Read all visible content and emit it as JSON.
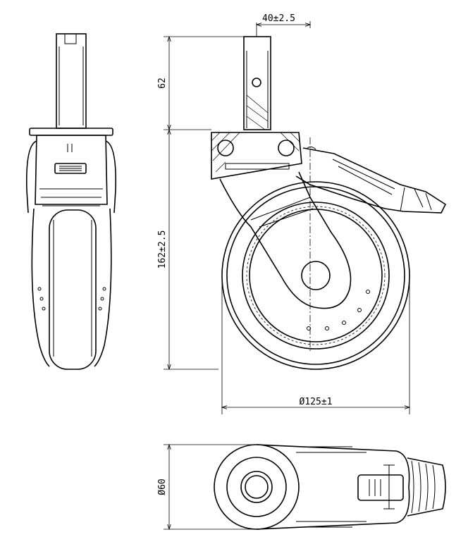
{
  "dimensions": {
    "stem_offset": "40±2.5",
    "stem_height": "62",
    "total_height": "162±2.5",
    "wheel_diameter": "Ø125±1",
    "width": "Ø60"
  },
  "colors": {
    "line": "#000000",
    "background": "#ffffff"
  }
}
